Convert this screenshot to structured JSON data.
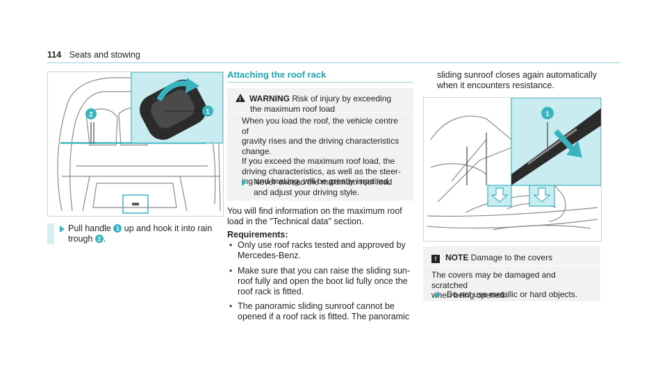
{
  "header": {
    "page_number": "114",
    "section": "Seats and stowing"
  },
  "figure1": {
    "callout_1": "1",
    "callout_2": "2"
  },
  "step_left": {
    "line1_a": "Pull handle ",
    "callout_1": "1",
    "line1_b": " up and hook it into rain",
    "line2_a": "trough ",
    "callout_2": "2",
    "line2_b": "."
  },
  "section": {
    "title": "Attaching the roof rack"
  },
  "warning": {
    "label": "WARNING",
    "heading_rest": " Risk of injury by exceeding",
    "heading_line2": "the maximum roof load",
    "body": [
      "When you load the roof, the vehicle centre of",
      "gravity rises and the driving characteristics",
      "change.",
      "If you exceed the maximum roof load, the",
      "driving characteristics, as well as the steer-",
      "ing and braking, will be greatly impaired."
    ],
    "action": [
      "Never exceed the maximum roof load",
      "and adjust your driving style."
    ]
  },
  "info_para": [
    "You will find information on the maximum roof",
    "load in the \"Technical data\" section."
  ],
  "requirements": {
    "label": "Requirements:",
    "items": [
      [
        "Only use roof racks tested and approved by",
        "Mercedes-Benz."
      ],
      [
        "Make sure that you can raise the sliding sun-",
        "roof fully and open the boot lid fully once the",
        "roof rack is fitted."
      ],
      [
        "The panoramic sliding sunroof cannot be",
        "opened if a roof rack is fitted. The panoramic"
      ]
    ]
  },
  "continuation": [
    "sliding sunroof closes again automatically",
    "when it encounters resistance."
  ],
  "figure2": {
    "callout_1": "1"
  },
  "note": {
    "label": "NOTE",
    "heading_rest": " Damage to the covers",
    "body": [
      "The covers may be damaged and scratched",
      "when being opened."
    ],
    "action": "Do not use metallic or hard objects."
  },
  "colors": {
    "accent": "#39b4bf",
    "title": "#1ba7b5",
    "box": "#f2f2f2",
    "highlight": "#c8ecef"
  }
}
